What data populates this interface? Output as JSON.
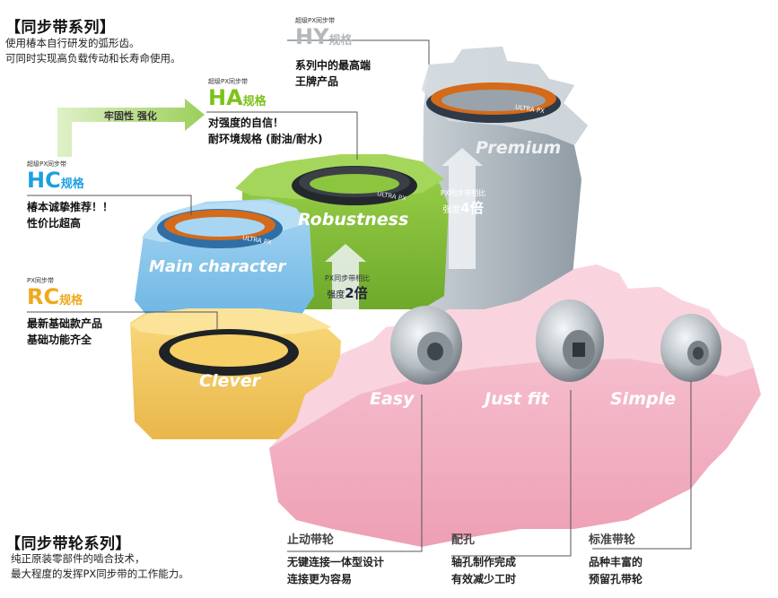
{
  "belt_series": {
    "title": "【同步带系列】",
    "desc_lines": [
      "使用椿本自行研发的弧形齿。",
      "可同时实现高负载传动和长寿命使用。"
    ]
  },
  "pulley_series": {
    "title": "【同步带轮系列】",
    "desc_lines": [
      "纯正原装零部件的啮合技术，",
      "最大程度的发挥PX同步带的工作能力。"
    ]
  },
  "arrow_label": "牢固性 强化",
  "grades": {
    "hy": {
      "tag": "超级PX同步带",
      "code": "HY",
      "suffix": "规格",
      "lines": [
        "系列中的最高端",
        "王牌产品"
      ],
      "color": "#b3b8bd"
    },
    "ha": {
      "tag": "超级PX同步带",
      "code": "HA",
      "suffix": "规格",
      "lines": [
        "对强度的自信！",
        "耐环境规格 (耐油/耐水)"
      ],
      "color": "#7cc21b"
    },
    "hc": {
      "tag": "超级PX同步带",
      "code": "HC",
      "suffix": "规格",
      "lines": [
        "椿本诚挚推荐！！",
        "性价比超高"
      ],
      "color": "#1e9fe0"
    },
    "rc": {
      "tag": "PX同步带",
      "code": "RC",
      "suffix": "规格",
      "lines": [
        "最新基础款产品",
        "基础功能齐全"
      ],
      "color": "#f0a81c"
    }
  },
  "gear_labels": {
    "premium": "Premium",
    "robustness": "Robustness",
    "main": "Main character",
    "clever": "Clever",
    "easy": "Easy",
    "justfit": "Just fit",
    "simple": "Simple"
  },
  "strength_compare": {
    "x2": {
      "line1": "PX同步带相比",
      "line2a": "强度",
      "line2b": "2倍"
    },
    "x4": {
      "line1": "PX同步带相比",
      "line2a": "强度",
      "line2b": "4倍"
    }
  },
  "pulley_columns": [
    {
      "title": "止动带轮",
      "lines": [
        "无键连接一体型设计",
        "连接更为容易"
      ]
    },
    {
      "title": "配孔",
      "lines": [
        "轴孔制作完成",
        "有效减少工时"
      ]
    },
    {
      "title": "标准带轮",
      "lines": [
        "品种丰富的",
        "预留孔带轮"
      ]
    }
  ],
  "belt_print": "ULTRA PX",
  "colors": {
    "pink": "#f4b8c8",
    "grey": "#a9b3bb",
    "green": "#8cc63f",
    "blue": "#8fc8ec",
    "yellow": "#f6cf66"
  }
}
